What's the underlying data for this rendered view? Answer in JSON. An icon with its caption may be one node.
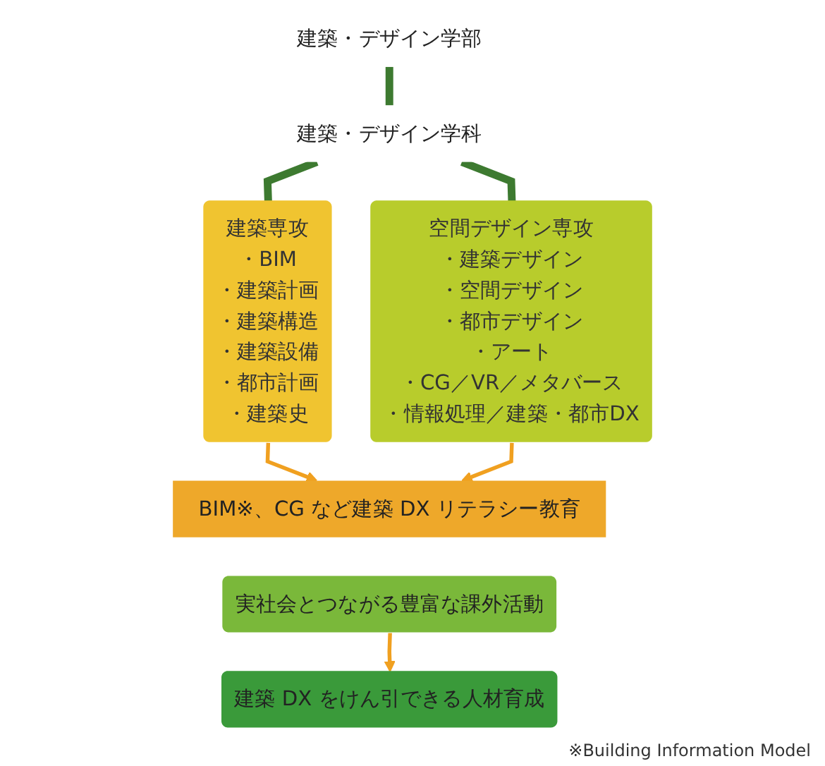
{
  "diagram": {
    "nodes": [
      {
        "text": [
          "建築・デザイン学部"
        ]
      },
      {
        "text": [
          "建築・デザイン学科"
        ]
      },
      {
        "text": [
          "建築専攻",
          "・BIM",
          "・建築計画",
          "・建築構造",
          "・建築設備",
          "・都市計画",
          "・建築史"
        ]
      },
      {
        "text": [
          "空間デザイン専攻",
          "・建築デザイン",
          "・空間デザイン",
          "・都市デザイン",
          "・アート",
          "・CG／VR／メタバース",
          "・情報処理／建築・都市DX"
        ]
      },
      {
        "text": [
          "BIM※、CG など建築 DX リテラシー教育"
        ]
      },
      {
        "text": [
          "実社会とつながる豊富な課外活動"
        ]
      },
      {
        "text": [
          "建築 DX をけん引できる人材育成"
        ]
      }
    ],
    "edges": [
      {
        "from": 0,
        "to": 1,
        "arrow": "none",
        "style": "thick"
      },
      {
        "from": 1,
        "to": 2,
        "arrow": "none",
        "style": "thick"
      },
      {
        "from": 1,
        "to": 3,
        "arrow": "none",
        "style": "thick"
      },
      {
        "from": 2,
        "to": 4,
        "arrow": "to",
        "color": "#f0a020"
      },
      {
        "from": 3,
        "to": 4,
        "arrow": "to",
        "color": "#f0a020"
      },
      {
        "from": 5,
        "to": 6,
        "arrow": "to",
        "color": "#f0a020"
      }
    ],
    "labels": [
      "※Building Information Model"
    ]
  }
}
